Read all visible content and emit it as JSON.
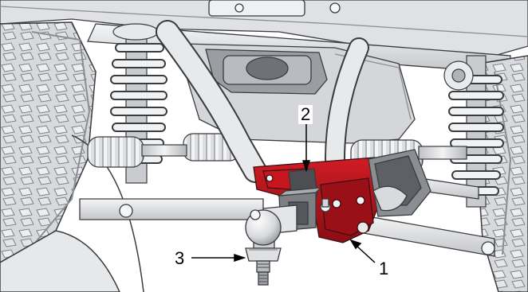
{
  "diagram": {
    "callouts": [
      {
        "id": "1",
        "label": "1"
      },
      {
        "id": "2",
        "label": "2"
      },
      {
        "id": "3",
        "label": "3"
      }
    ],
    "colors": {
      "hitch_bracket": "#b3121a",
      "hitch_bracket_dark": "#6e0a10",
      "metal_light": "#e9eaec",
      "metal_mid": "#c9cbcf",
      "metal_dark": "#8a8d92",
      "outline": "#3a3b3d",
      "tire": "#cfd1d4"
    }
  }
}
